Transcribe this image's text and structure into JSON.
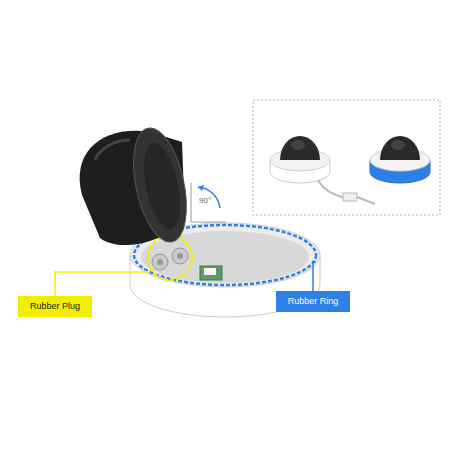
{
  "diagram": {
    "nodes": [
      {
        "text": [
          "Rubber Plug"
        ]
      },
      {
        "text": [
          "Rubber Ring"
        ]
      }
    ],
    "labels": [
      "90°"
    ]
  }
}
